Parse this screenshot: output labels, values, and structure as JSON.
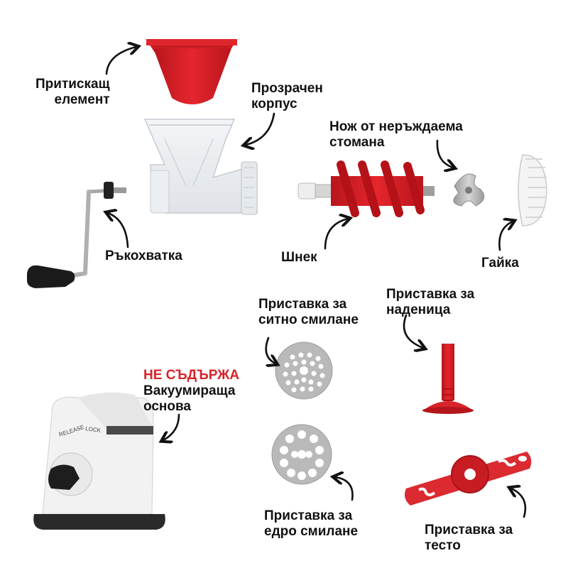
{
  "labels": {
    "pusher": [
      "Притискащ",
      "елемент"
    ],
    "housing": [
      "Прозрачен",
      "корпус"
    ],
    "blade": [
      "Нож от неръждаема",
      "стомана"
    ],
    "handle": "Ръкохватка",
    "auger": "Шнек",
    "nut": "Гайка",
    "fine_plate": [
      "Приставка за",
      "ситно смилане"
    ],
    "sausage": [
      "Приставка за",
      "наденица"
    ],
    "not_included": "НЕ СЪДЪРЖА",
    "vacuum_base": [
      "Вакуумираща",
      "основа"
    ],
    "coarse_plate": [
      "Приставка за",
      "едро смилане"
    ],
    "dough": [
      "Приставка за",
      "тесто"
    ]
  },
  "base_engraving": {
    "release": "RELEASE",
    "lock": "LOCK"
  },
  "colors": {
    "accent_red": "#d8232a",
    "text": "#111111",
    "metal": "#b5b5b5",
    "white_part": "#f4f4f4"
  }
}
